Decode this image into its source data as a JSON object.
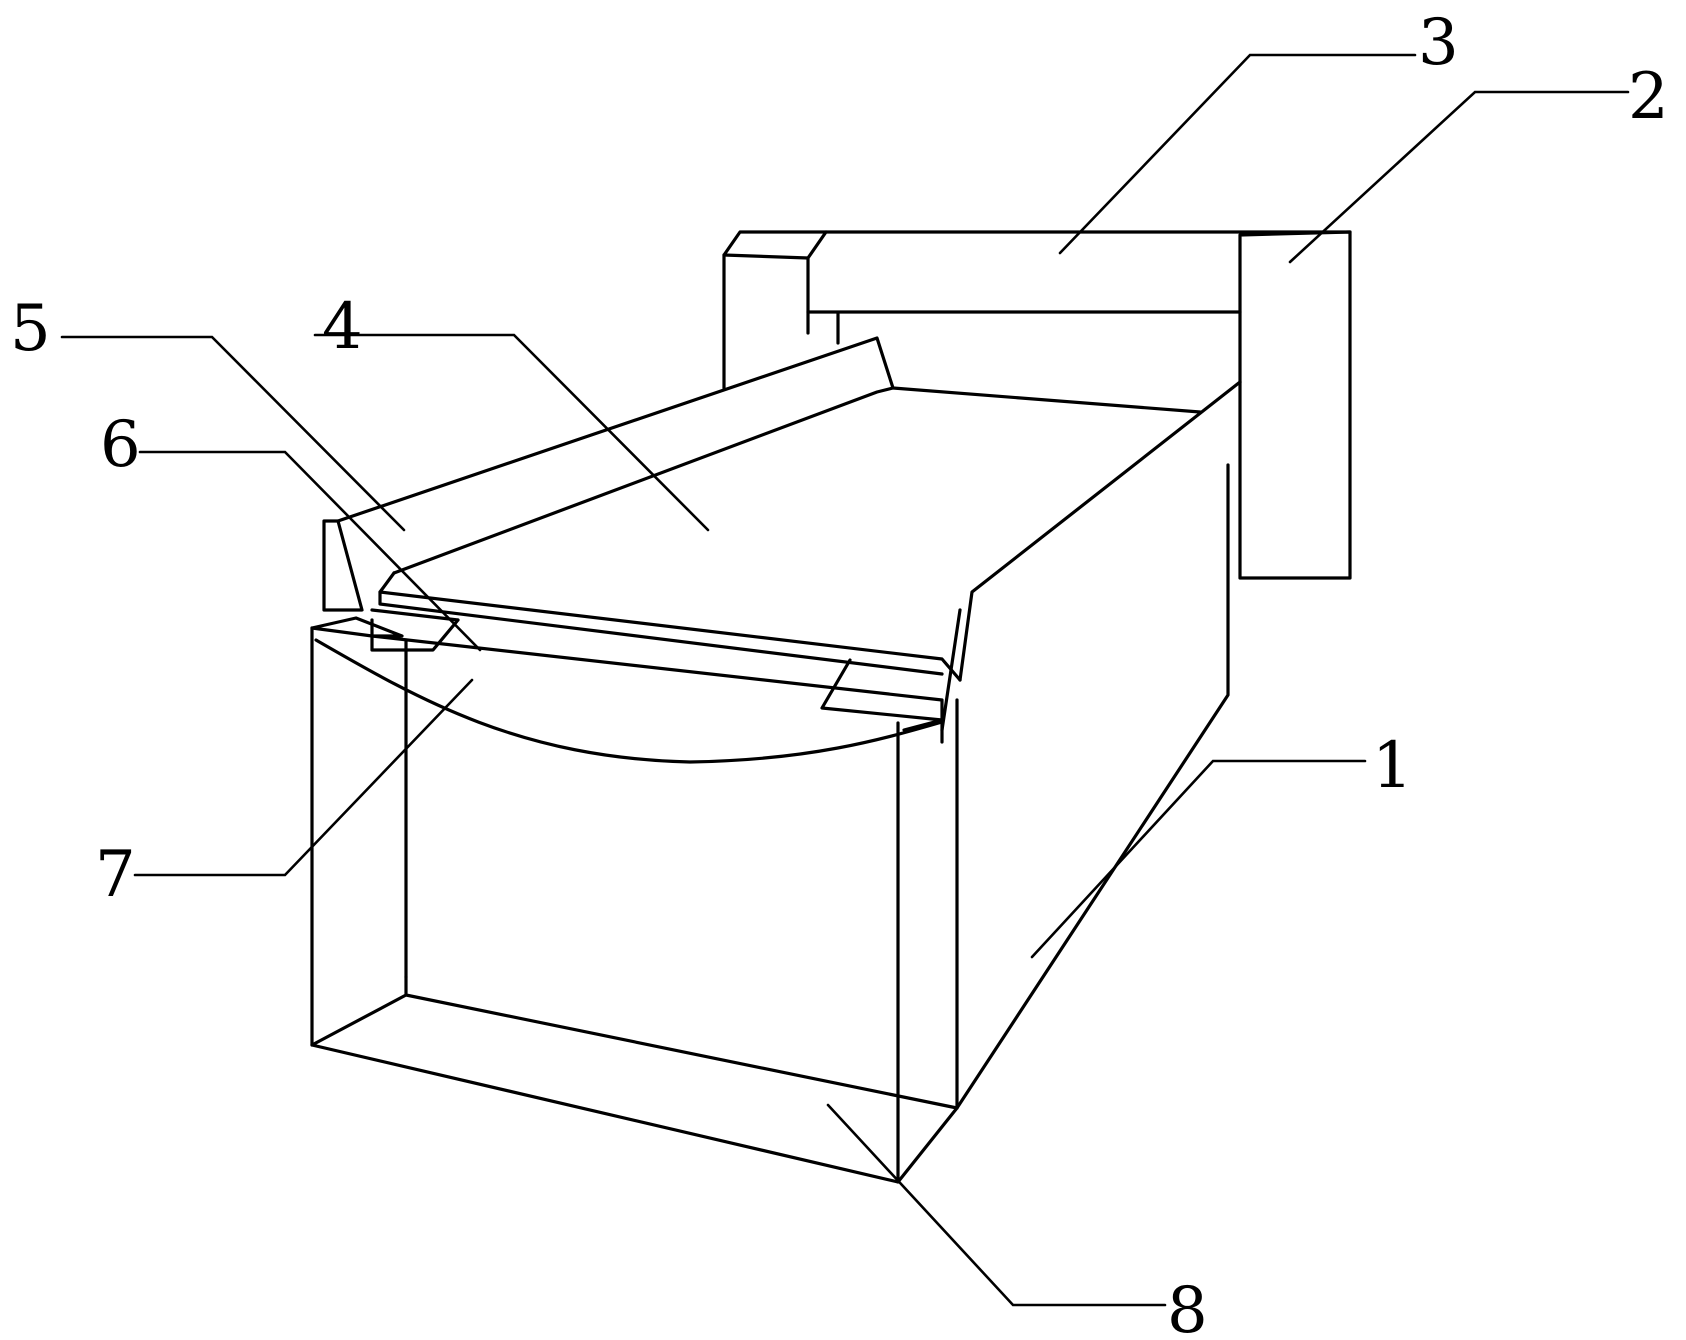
{
  "colors": {
    "line": "#000000",
    "background": "#ffffff"
  },
  "callouts": [
    {
      "id": "1",
      "label": "1"
    },
    {
      "id": "2",
      "label": "2"
    },
    {
      "id": "3",
      "label": "3"
    },
    {
      "id": "4",
      "label": "4"
    },
    {
      "id": "5",
      "label": "5"
    },
    {
      "id": "6",
      "label": "6"
    },
    {
      "id": "7",
      "label": "7"
    },
    {
      "id": "8",
      "label": "8"
    }
  ]
}
